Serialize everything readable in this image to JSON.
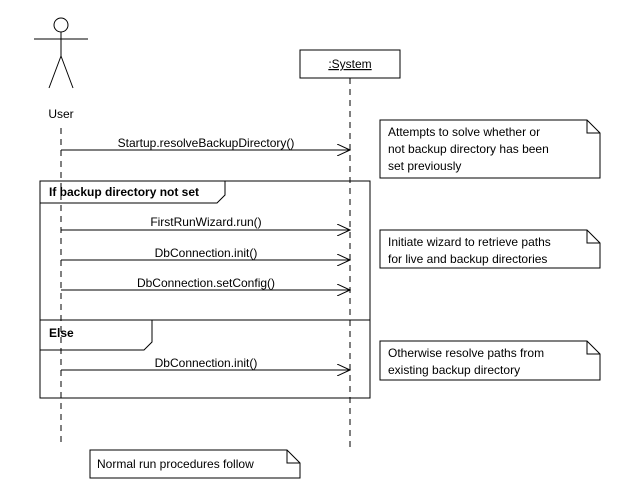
{
  "actors": {
    "user": {
      "label": "User"
    },
    "system": {
      "label": ":System"
    }
  },
  "messages": [
    {
      "label": "Startup.resolveBackupDirectory()"
    },
    {
      "label": "FirstRunWizard.run()"
    },
    {
      "label": "DbConnection.init()"
    },
    {
      "label": "DbConnection.setConfig()"
    },
    {
      "label": "DbConnection.init()"
    }
  ],
  "fragments": {
    "if_label": "If backup directory not set",
    "else_label": "Else"
  },
  "notes": [
    {
      "lines": [
        "Attempts to solve whether or",
        "not backup directory has been",
        "set previously"
      ]
    },
    {
      "lines": [
        "Initiate wizard to retrieve paths",
        "for live and backup directories"
      ]
    },
    {
      "lines": [
        "Otherwise resolve paths from",
        "existing backup directory"
      ]
    },
    {
      "lines": [
        "Normal run procedures follow"
      ]
    }
  ]
}
